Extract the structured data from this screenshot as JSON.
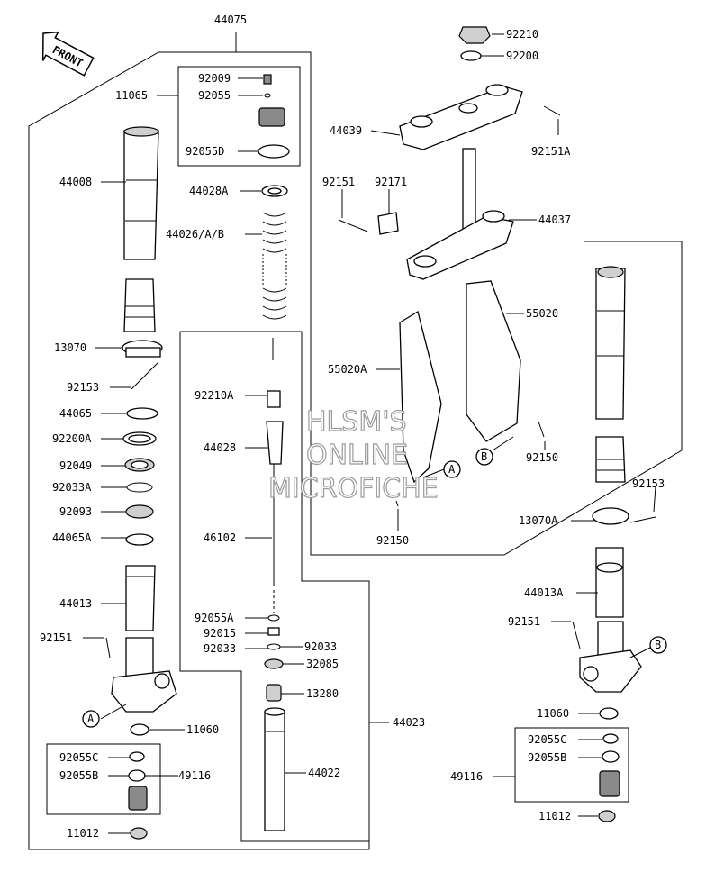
{
  "front_label": "FRONT",
  "watermark": [
    "HLSM'S",
    "ONLINE",
    "MICROFICHE"
  ],
  "callouts": {
    "A": "A",
    "B": "B"
  },
  "part_numbers": {
    "p44075": "44075",
    "p11065": "11065",
    "p92009": "92009",
    "p92055": "92055",
    "p92055D": "92055D",
    "p44008": "44008",
    "p44028A": "44028A",
    "p44026": "44026/A/B",
    "p13070": "13070",
    "p92153": "92153",
    "p44065": "44065",
    "p92200A": "92200A",
    "p92049": "92049",
    "p92033A": "92033A",
    "p92093": "92093",
    "p44065A": "44065A",
    "p44013": "44013",
    "p92151_left": "92151",
    "p11060_left": "11060",
    "p92055C_left": "92055C",
    "p92055B_left": "92055B",
    "p49116_left": "49116",
    "p11012_left": "11012",
    "p92210A": "92210A",
    "p44028": "44028",
    "p46102": "46102",
    "p92055A": "92055A",
    "p92015": "92015",
    "p92033_a": "92033",
    "p92033_b": "92033",
    "p32085": "32085",
    "p13280": "13280",
    "p44022": "44022",
    "p44023": "44023",
    "p92210": "92210",
    "p92200": "92200",
    "p44039": "44039",
    "p92151A": "92151A",
    "p92151_top": "92151",
    "p92171": "92171",
    "p44037": "44037",
    "p55020": "55020",
    "p55020A": "55020A",
    "p92150_right": "92150",
    "p92150_mid": "92150",
    "p92153_right": "92153",
    "p13070A": "13070A",
    "p44013A": "44013A",
    "p92151_right": "92151",
    "p11060_right": "11060",
    "p92055C_right": "92055C",
    "p92055B_right": "92055B",
    "p49116_right": "49116",
    "p11012_right": "11012"
  }
}
